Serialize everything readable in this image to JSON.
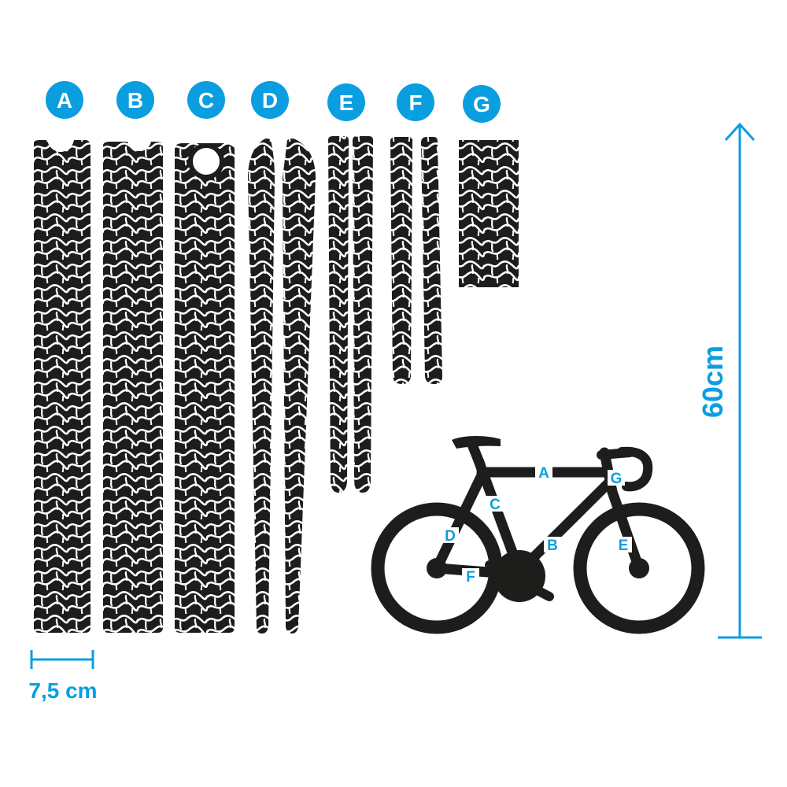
{
  "colors": {
    "accent": "#0a9ee0",
    "ink": "#1d1d1b",
    "paper": "#ffffff"
  },
  "pieces": [
    {
      "id": "A",
      "label": "A"
    },
    {
      "id": "B",
      "label": "B"
    },
    {
      "id": "C",
      "label": "C"
    },
    {
      "id": "D",
      "label": "D"
    },
    {
      "id": "E",
      "label": "E"
    },
    {
      "id": "F",
      "label": "F"
    },
    {
      "id": "G",
      "label": "G"
    }
  ],
  "bike_labels": {
    "A": "A",
    "B": "B",
    "C": "C",
    "D": "D",
    "E": "E",
    "F": "F",
    "G": "G"
  },
  "dimensions": {
    "width": "7,5 cm",
    "height": "60cm"
  }
}
